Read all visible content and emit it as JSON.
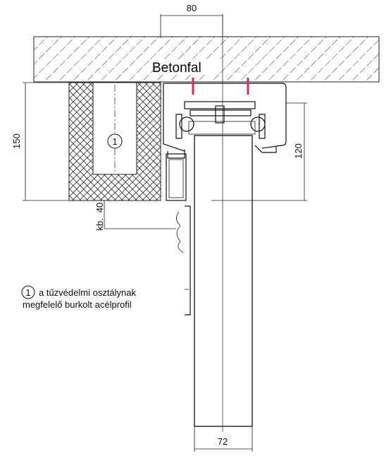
{
  "labels": {
    "wall": "Betonfal",
    "profile_number": "1",
    "legend_number": "1",
    "legend_line1": "a tűzvédelmi osztálynak",
    "legend_line2": "megfelelő burkolt acélprofil"
  },
  "dimensions": {
    "top_width": "80",
    "left_height": "150",
    "right_height": "120",
    "gap": "40",
    "gap_prefix": "kb.",
    "bottom_width": "72"
  },
  "colors": {
    "anchor": "#e0245e",
    "line": "#222222",
    "hatch": "#333333"
  }
}
